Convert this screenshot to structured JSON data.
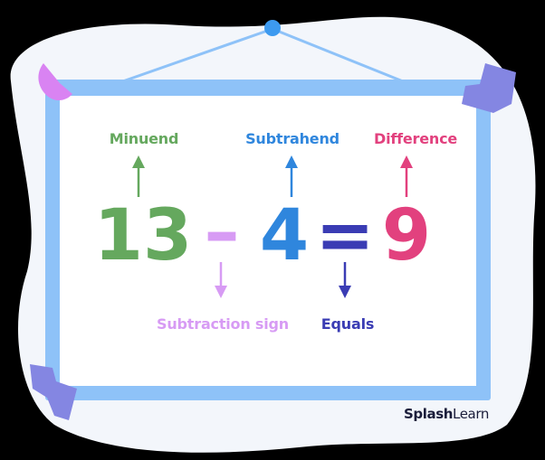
{
  "colors": {
    "background": "#000000",
    "blob": "#f3f6fb",
    "frame": "#8ec2f8",
    "board": "#ffffff",
    "string": "#8ec2f8",
    "pin": "#3d9af0",
    "corner_decor": "#8486e2",
    "pink_decor": "#d983f2"
  },
  "equation": {
    "minuend": {
      "value": "13",
      "label": "Minuend",
      "color": "#65a85e"
    },
    "operator": {
      "value": "–",
      "label": "Subtraction sign",
      "color": "#d79bf4"
    },
    "subtrahend": {
      "value": "4",
      "label": "Subtrahend",
      "color": "#2f86dd"
    },
    "equals": {
      "value": "=",
      "label": "Equals",
      "color": "#3a3cb4"
    },
    "difference": {
      "value": "9",
      "label": "Difference",
      "color": "#e2417e"
    }
  },
  "brand": {
    "bold": "Splash",
    "light": "Learn"
  }
}
